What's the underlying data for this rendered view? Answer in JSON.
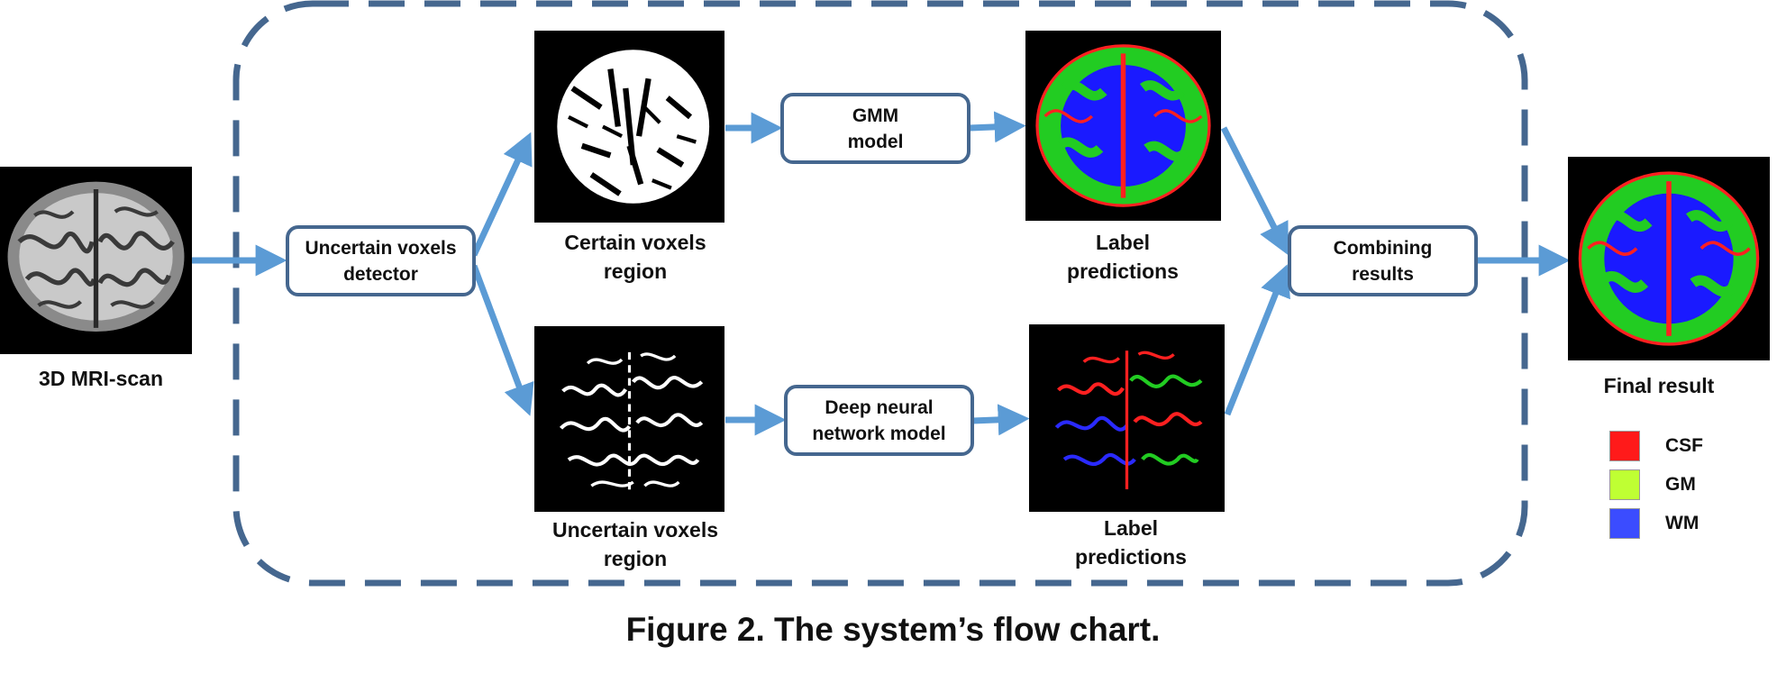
{
  "input": {
    "label": "3D MRI-scan"
  },
  "nodes": {
    "detector": "Uncertain voxels\ndetector",
    "gmm": "GMM\nmodel",
    "dnn": "Deep neural\nnetwork model",
    "combine": "Combining\nresults"
  },
  "images": {
    "certain": "Certain voxels\nregion",
    "uncertain": "Uncertain voxels\nregion",
    "pred_top": "Label\npredictions",
    "pred_bottom": "Label\npredictions",
    "final": "Final result"
  },
  "legend": [
    {
      "label": "CSF",
      "color": "#ff1a1a"
    },
    {
      "label": "GM",
      "color": "#bfff33"
    },
    {
      "label": "WM",
      "color": "#3b4cff"
    }
  ],
  "colors": {
    "border": "#45678f",
    "arrow": "#5b9bd5",
    "dash": "#45678f"
  },
  "caption": "Figure 2.  The system’s flow chart."
}
